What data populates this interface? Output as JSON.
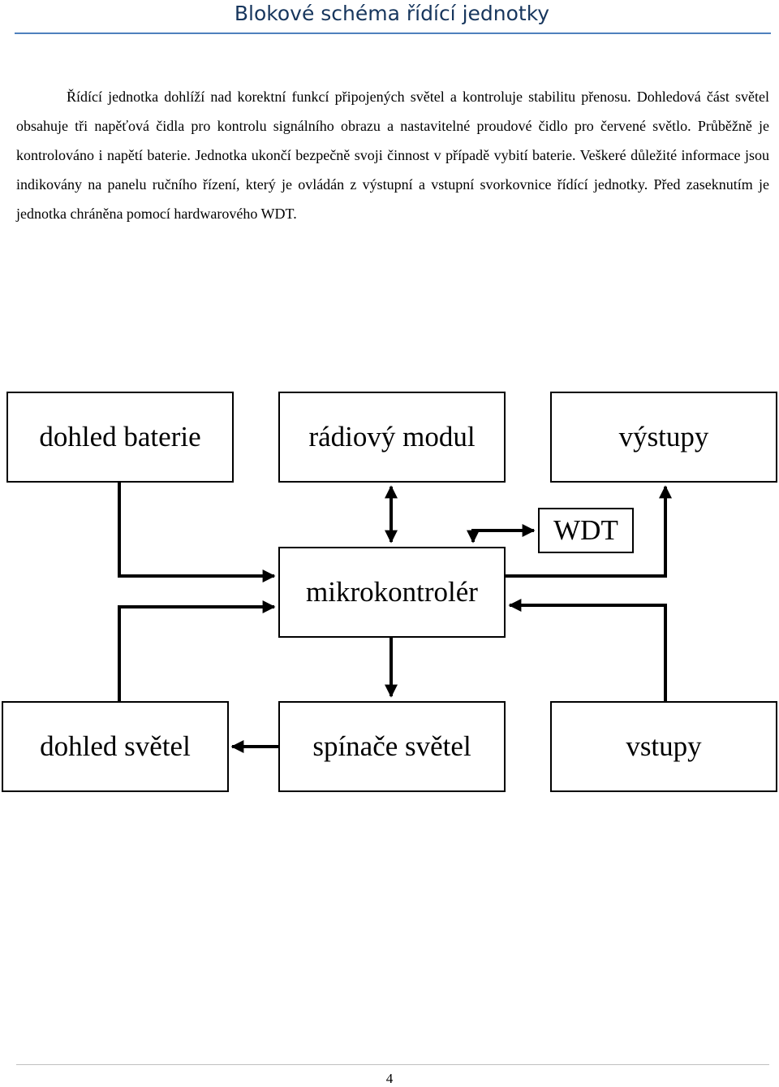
{
  "document": {
    "title": "Blokové schéma řídící jednotky",
    "paragraph": "Řídící jednotka dohlíží nad korektní funkcí připojených světel a kontroluje stabilitu přenosu. Dohledová část světel obsahuje tři napěťová čidla pro kontrolu signálního obrazu a nastavitelné proudové čidlo pro červené světlo. Průběžně je kontrolováno i napětí baterie. Jednotka ukončí bezpečně svoji činnost v případě vybití baterie. Veškeré důležité informace jsou indikovány na panelu ručního řízení, který je ovládán z výstupní a vstupní svorkovnice řídící jednotky. Před zaseknutím je jednotka chráněna pomocí hardwarového WDT.",
    "page_number": "4"
  },
  "diagram": {
    "blocks": {
      "battery_monitor": "dohled baterie",
      "radio_module": "rádiový modul",
      "outputs": "výstupy",
      "wdt": "WDT",
      "microcontroller": "mikrokontrolér",
      "light_monitor": "dohled světel",
      "light_switches": "spínače světel",
      "inputs": "vstupy"
    }
  }
}
